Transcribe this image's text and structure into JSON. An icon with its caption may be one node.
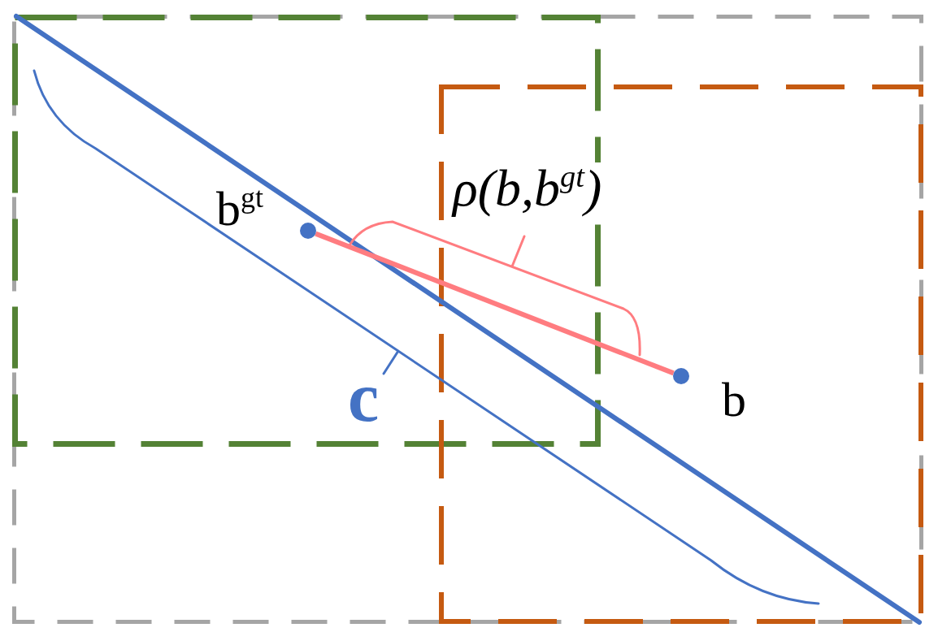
{
  "diagram": {
    "nodes": [
      {
        "text": [],
        "shape": "box"
      },
      {
        "text": [],
        "shape": "box",
        "in": 0
      },
      {
        "text": [],
        "shape": "box",
        "in": 0
      },
      {
        "text": [],
        "shape": "circle",
        "in": 1,
        "beside": [
          "b$^{gt}$"
        ]
      },
      {
        "text": [],
        "shape": "circle",
        "in": 2,
        "beside": [
          "b"
        ]
      }
    ],
    "edges": [
      {
        "from": 3,
        "to": 4,
        "arrow": "none",
        "label": "ρ(b,b$^{gt}$)"
      }
    ],
    "labels": [
      "c"
    ]
  }
}
